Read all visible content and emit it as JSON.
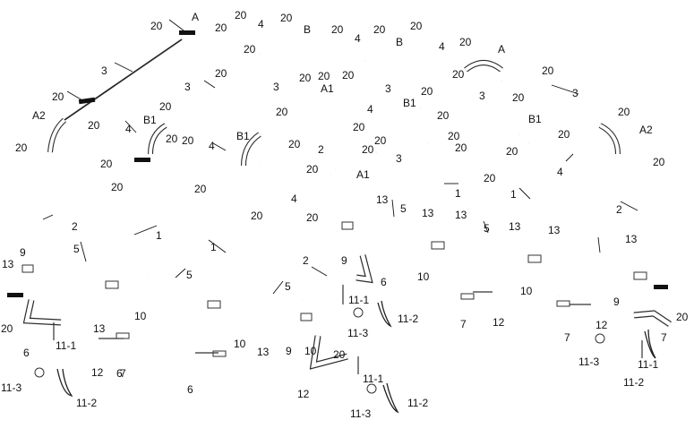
{
  "labels": [
    {
      "id": "l1",
      "text": "20"
    },
    {
      "id": "l2",
      "text": "A"
    },
    {
      "id": "l3",
      "text": "20"
    },
    {
      "id": "l4",
      "text": "20"
    },
    {
      "id": "l5",
      "text": "4"
    },
    {
      "id": "l6",
      "text": "20"
    },
    {
      "id": "l7",
      "text": "B"
    },
    {
      "id": "l8",
      "text": "20"
    },
    {
      "id": "l9",
      "text": "20"
    },
    {
      "id": "l10",
      "text": "20"
    },
    {
      "id": "l11",
      "text": "B"
    },
    {
      "id": "l12",
      "text": "4"
    },
    {
      "id": "l13",
      "text": "4"
    },
    {
      "id": "l14",
      "text": "20"
    },
    {
      "id": "l15",
      "text": "A"
    },
    {
      "id": "l16",
      "text": "20"
    },
    {
      "id": "l17",
      "text": "20"
    },
    {
      "id": "l18",
      "text": "3"
    },
    {
      "id": "l19",
      "text": "20"
    },
    {
      "id": "l20",
      "text": "3"
    },
    {
      "id": "l21",
      "text": "20"
    },
    {
      "id": "l22",
      "text": "20"
    },
    {
      "id": "l23",
      "text": "20"
    },
    {
      "id": "l24",
      "text": "3"
    },
    {
      "id": "l25",
      "text": "A1"
    },
    {
      "id": "l26",
      "text": "3"
    },
    {
      "id": "l27",
      "text": "20"
    },
    {
      "id": "l28",
      "text": "20"
    },
    {
      "id": "l29",
      "text": "3"
    },
    {
      "id": "l30",
      "text": "20"
    },
    {
      "id": "l31",
      "text": "B1"
    },
    {
      "id": "l32",
      "text": "4"
    },
    {
      "id": "l33",
      "text": "A2"
    },
    {
      "id": "l34",
      "text": "20"
    },
    {
      "id": "l35",
      "text": "B1"
    },
    {
      "id": "l36",
      "text": "20"
    },
    {
      "id": "l37",
      "text": "3"
    },
    {
      "id": "l38",
      "text": "20"
    },
    {
      "id": "l39",
      "text": "20"
    },
    {
      "id": "l40",
      "text": "20"
    },
    {
      "id": "l41",
      "text": "4"
    },
    {
      "id": "l42",
      "text": "B1"
    },
    {
      "id": "l43",
      "text": "20"
    },
    {
      "id": "l44",
      "text": "20"
    },
    {
      "id": "l45",
      "text": "20"
    },
    {
      "id": "l46",
      "text": "20"
    },
    {
      "id": "l47",
      "text": "A2"
    },
    {
      "id": "l48",
      "text": "20"
    },
    {
      "id": "l49",
      "text": "20"
    },
    {
      "id": "l50",
      "text": "20"
    },
    {
      "id": "l51",
      "text": "20"
    },
    {
      "id": "l52",
      "text": "4"
    },
    {
      "id": "l53",
      "text": "20"
    },
    {
      "id": "l54",
      "text": "B1"
    },
    {
      "id": "l55",
      "text": "20"
    },
    {
      "id": "l56",
      "text": "3"
    },
    {
      "id": "l57",
      "text": "2"
    },
    {
      "id": "l58",
      "text": "20"
    },
    {
      "id": "l59",
      "text": "20"
    },
    {
      "id": "l60",
      "text": "4"
    },
    {
      "id": "l61",
      "text": "A1"
    },
    {
      "id": "l62",
      "text": "20"
    },
    {
      "id": "l63",
      "text": "20"
    },
    {
      "id": "l64",
      "text": "20"
    },
    {
      "id": "l65",
      "text": "20"
    },
    {
      "id": "l66",
      "text": "4"
    },
    {
      "id": "l67",
      "text": "20"
    },
    {
      "id": "l68",
      "text": "20"
    },
    {
      "id": "l69",
      "text": "1"
    },
    {
      "id": "l70",
      "text": "1"
    },
    {
      "id": "l71",
      "text": "20"
    },
    {
      "id": "l72",
      "text": "2"
    },
    {
      "id": "l73",
      "text": "20"
    },
    {
      "id": "l74",
      "text": "13"
    },
    {
      "id": "l75",
      "text": "5"
    },
    {
      "id": "l76",
      "text": "13"
    },
    {
      "id": "l77",
      "text": "13"
    },
    {
      "id": "l78",
      "text": "5"
    },
    {
      "id": "l79",
      "text": "13"
    },
    {
      "id": "l80",
      "text": "13"
    },
    {
      "id": "l81",
      "text": "2"
    },
    {
      "id": "l82",
      "text": "1"
    },
    {
      "id": "l83",
      "text": "9"
    },
    {
      "id": "l84",
      "text": "5"
    },
    {
      "id": "l85",
      "text": "13"
    },
    {
      "id": "l86",
      "text": "1"
    },
    {
      "id": "l87",
      "text": "9"
    },
    {
      "id": "l88",
      "text": "10"
    },
    {
      "id": "l89",
      "text": "5"
    },
    {
      "id": "l90",
      "text": "13"
    },
    {
      "id": "l91",
      "text": "10"
    },
    {
      "id": "l92",
      "text": "5"
    },
    {
      "id": "l93",
      "text": "2"
    },
    {
      "id": "l94",
      "text": "6"
    },
    {
      "id": "l95",
      "text": "9"
    },
    {
      "id": "l96",
      "text": "10"
    },
    {
      "id": "l97",
      "text": "13"
    },
    {
      "id": "l98",
      "text": "10"
    },
    {
      "id": "l99",
      "text": "20"
    },
    {
      "id": "l100",
      "text": "11-1"
    },
    {
      "id": "l101",
      "text": "11-2"
    },
    {
      "id": "l102",
      "text": "11-3"
    },
    {
      "id": "l103",
      "text": "12"
    },
    {
      "id": "l104",
      "text": "7"
    },
    {
      "id": "l105",
      "text": "7"
    },
    {
      "id": "l106",
      "text": "12"
    },
    {
      "id": "l107",
      "text": "20"
    },
    {
      "id": "l108",
      "text": "6"
    },
    {
      "id": "l109",
      "text": "11-1"
    },
    {
      "id": "l110",
      "text": "10"
    },
    {
      "id": "l111",
      "text": "13"
    },
    {
      "id": "l112",
      "text": "9"
    },
    {
      "id": "l113",
      "text": "20"
    },
    {
      "id": "l114",
      "text": "7"
    },
    {
      "id": "l115",
      "text": "6"
    },
    {
      "id": "l116",
      "text": "12"
    },
    {
      "id": "l117",
      "text": "11-3"
    },
    {
      "id": "l118",
      "text": "11-1"
    },
    {
      "id": "l119",
      "text": "11-2"
    },
    {
      "id": "l120",
      "text": "12"
    },
    {
      "id": "l121",
      "text": "7"
    },
    {
      "id": "l122",
      "text": "6"
    },
    {
      "id": "l123",
      "text": "11-1"
    },
    {
      "id": "l124",
      "text": "11-3"
    },
    {
      "id": "l125",
      "text": "11-2"
    },
    {
      "id": "l126",
      "text": "11-3"
    },
    {
      "id": "l127",
      "text": "11-2"
    }
  ]
}
